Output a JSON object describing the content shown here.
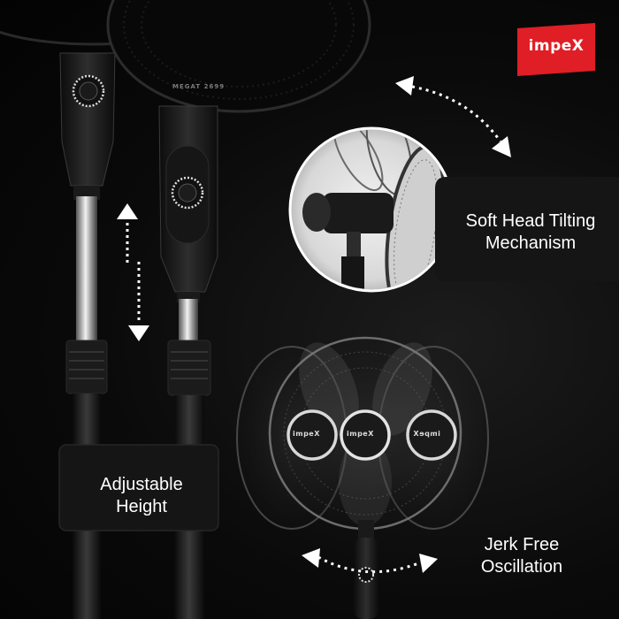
{
  "brand": {
    "logo_text": "impeX",
    "badge_color": "#e01e26"
  },
  "callouts": {
    "tilt": {
      "line1": "Soft Head Tilting",
      "line2": "Mechanism"
    },
    "height": {
      "line1": "Adjustable",
      "line2": "Height"
    },
    "oscillation": {
      "line1": "Jerk Free",
      "line2": "Oscillation"
    }
  },
  "fan_marks": {
    "left": "impeX",
    "center": "impeX",
    "mirrored": "impeX"
  },
  "icons": [
    "tilt-arrow-icon",
    "height-arrow-icon",
    "oscillation-arrow-icon"
  ],
  "colors": {
    "background": "#050505",
    "panel": "#1a1a1a",
    "text": "#ffffff"
  }
}
